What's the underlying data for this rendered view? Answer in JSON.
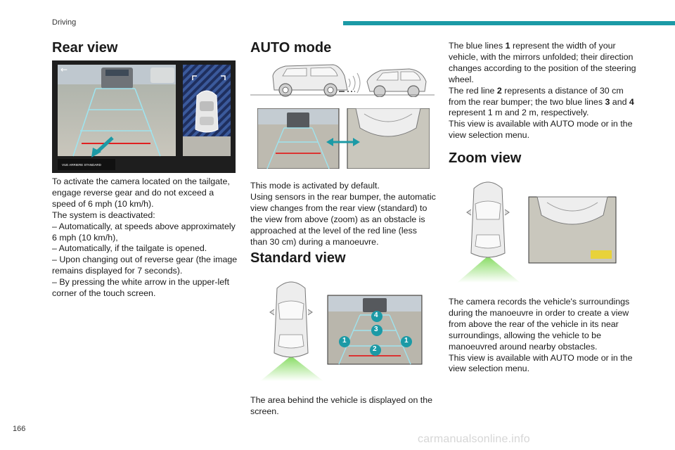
{
  "header": {
    "section": "Driving",
    "accent_color": "#1b9aa6"
  },
  "footer": {
    "page_number": "166",
    "watermark": "carmanualsonline.info"
  },
  "col1": {
    "title": "Rear view",
    "camera_image": {
      "screen_label": "VUE ARRIERE STANDARD"
    },
    "paragraphs": [
      "To activate the camera located on the tailgate, engage reverse gear and do not exceed a speed of 6 mph (10 km/h).",
      "The system is deactivated:",
      "– Automatically, at speeds above approximately 6 mph (10 km/h),",
      "– Automatically, if the tailgate is opened.",
      "– Upon changing out of reverse gear (the image remains displayed for 7 seconds).",
      "– By pressing the white arrow in the upper-left corner of the touch screen."
    ]
  },
  "col2": {
    "title": "AUTO mode",
    "paragraphs": [
      "This mode is activated by default.",
      "Using sensors in the rear bumper, the automatic view changes from the rear view (standard) to the view from above (zoom) as an obstacle is approached at the level of the red line (less than 30 cm) during a manoeuvre."
    ],
    "standard_title": "Standard view",
    "standard_image": {
      "markers": [
        "4",
        "3",
        "1",
        "2",
        "1"
      ]
    },
    "standard_caption": "The area behind the vehicle is displayed on the screen."
  },
  "col3": {
    "lines": [
      [
        "The blue lines ",
        "1",
        " represent the width of your vehicle, with the mirrors unfolded; their direction changes according to the position of the steering wheel."
      ],
      [
        "The red line ",
        "2",
        " represents a distance of 30 cm from the rear bumper; the two blue lines ",
        "3",
        " and ",
        "4",
        " represent 1 m and 2 m, respectively."
      ],
      [
        "This view is available with AUTO mode or in the view selection menu."
      ]
    ],
    "zoom_title": "Zoom view",
    "zoom_paragraphs": [
      "The camera records the vehicle's surroundings during the manoeuvre in order to create a view from above the rear of the vehicle in its near surroundings, allowing the vehicle to be manoeuvred around nearby obstacles.",
      "This view is available with AUTO mode or in the view selection menu."
    ]
  },
  "colors": {
    "guide_blue": "#7fd6e8",
    "guide_red": "#e02020",
    "marker_teal": "#1b9aa6",
    "proximity_green": "#7ed957"
  }
}
